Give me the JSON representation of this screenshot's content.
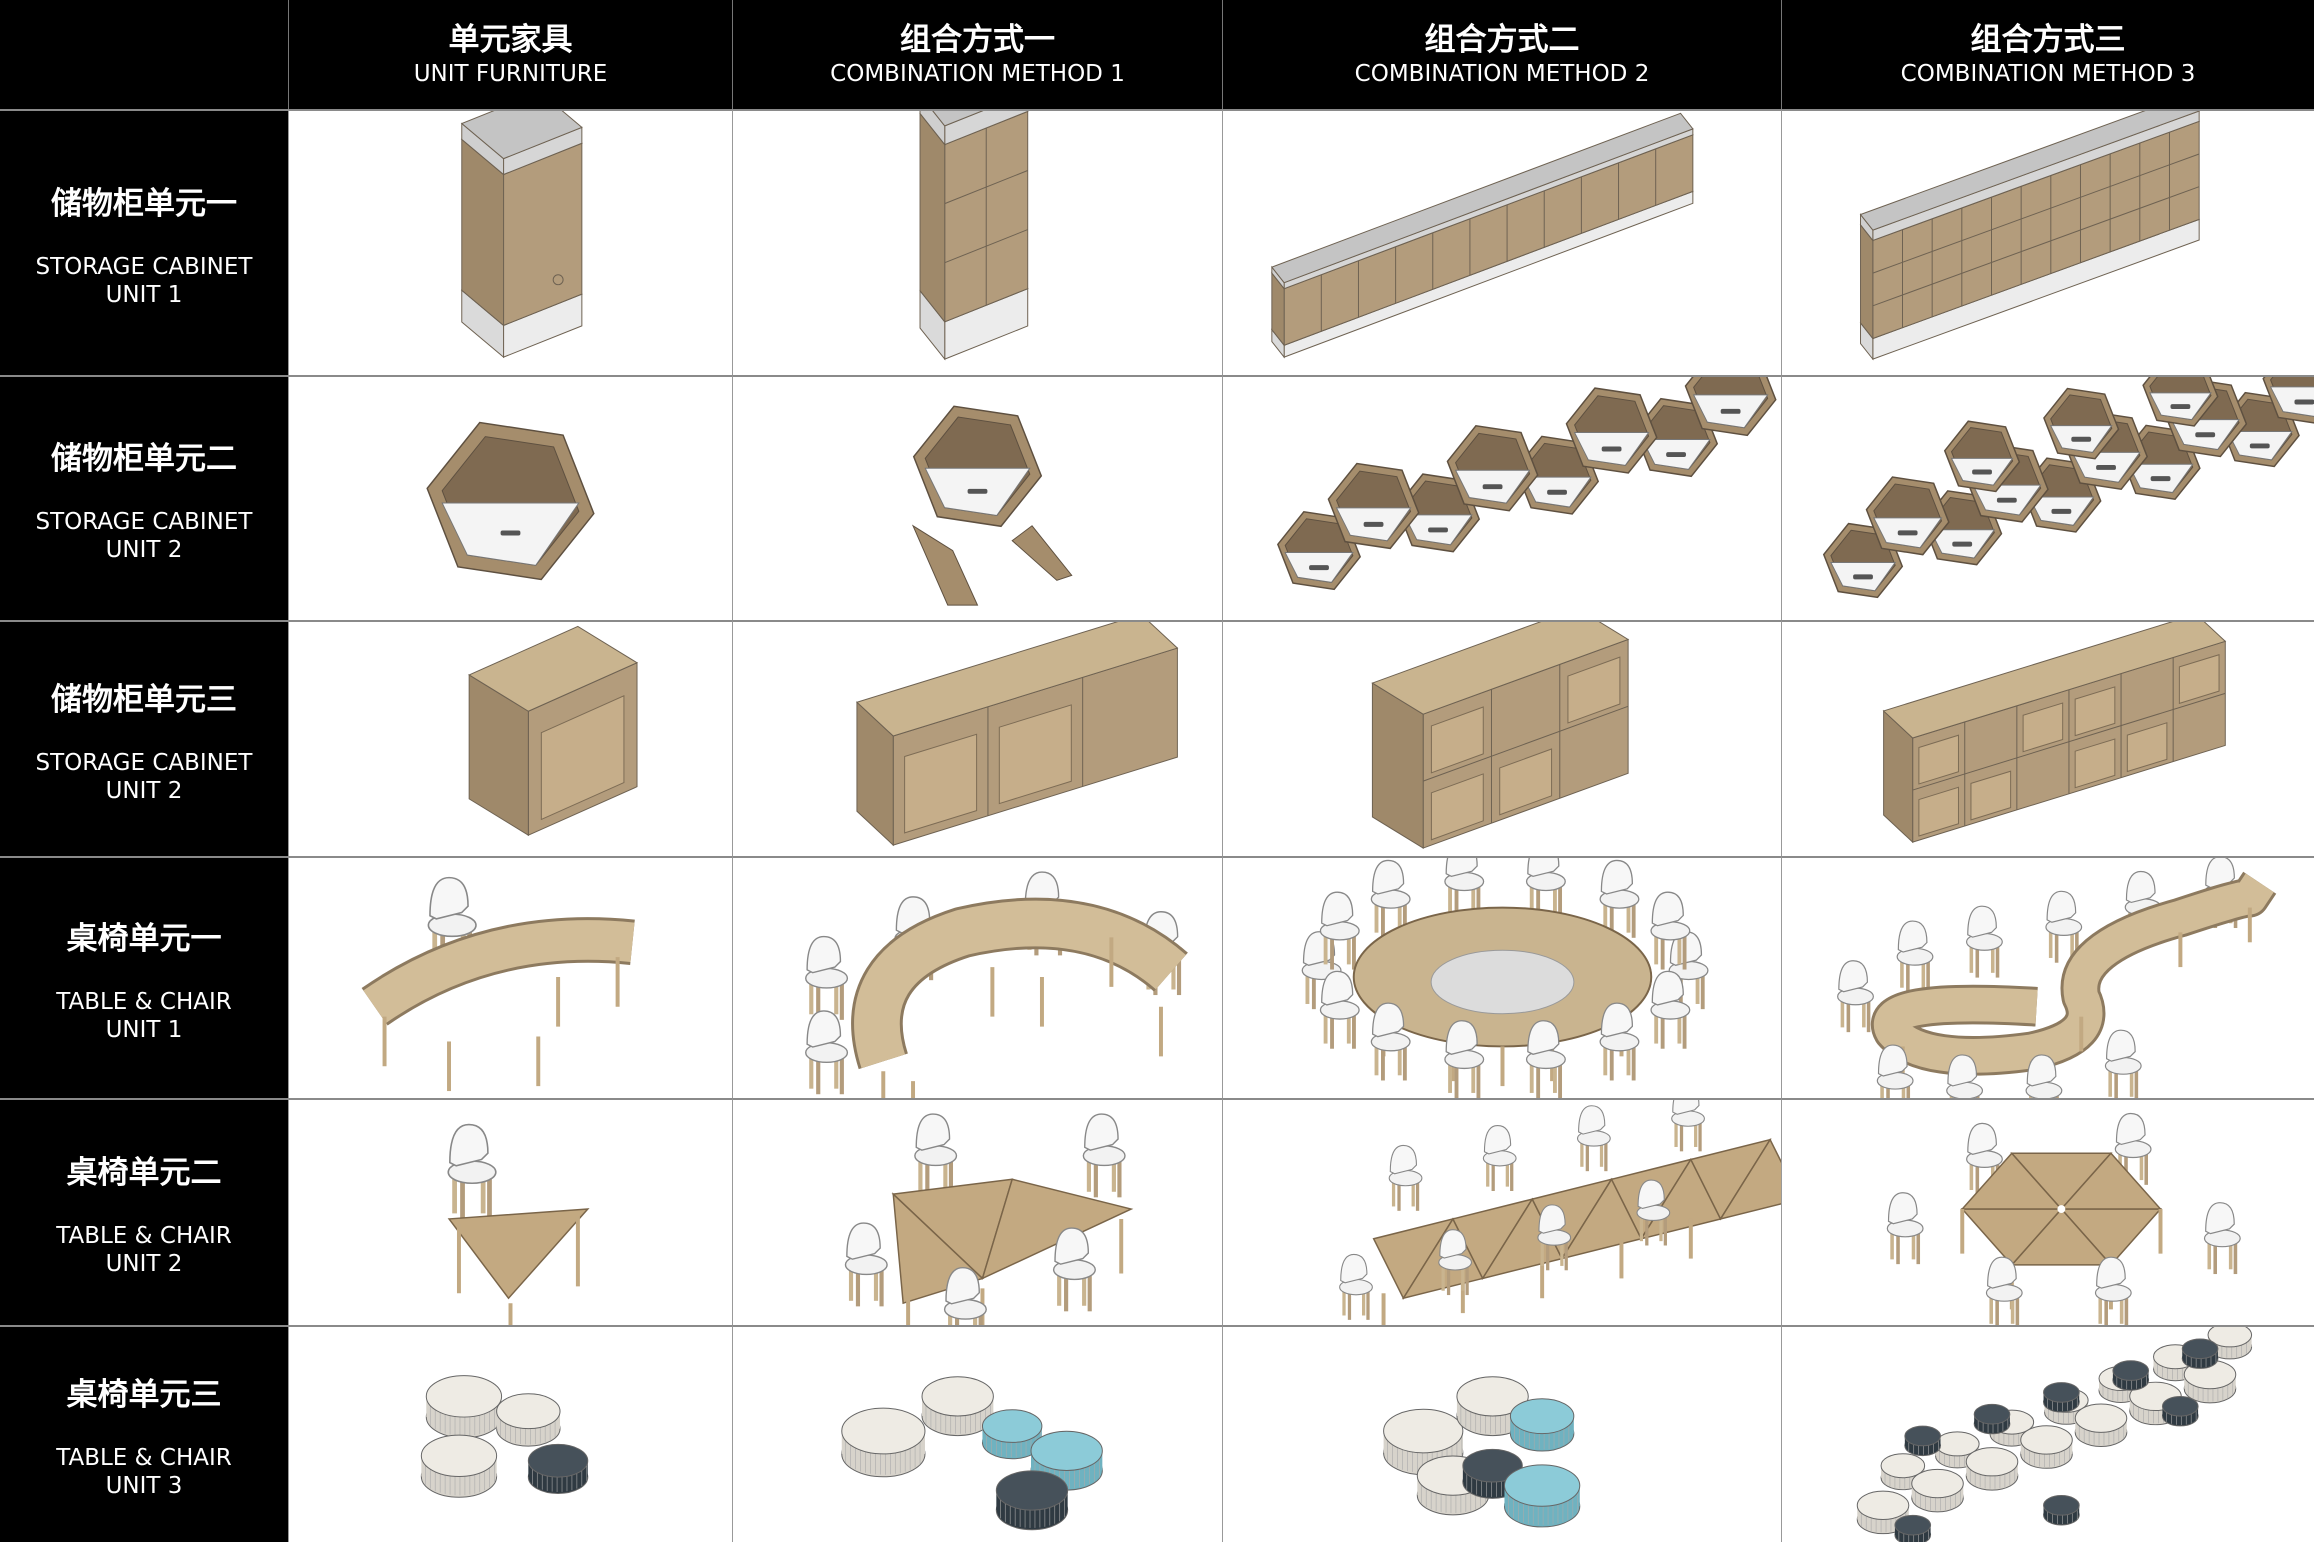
{
  "header": {
    "columns": [
      {
        "zh": "单元家具",
        "en": "UNIT FURNITURE"
      },
      {
        "zh": "组合方式一",
        "en": "COMBINATION METHOD 1"
      },
      {
        "zh": "组合方式二",
        "en": "COMBINATION METHOD 2"
      },
      {
        "zh": "组合方式三",
        "en": "COMBINATION METHOD 3"
      }
    ]
  },
  "rows": [
    {
      "zh": "储物柜单元一",
      "en1": "STORAGE CABINET",
      "en2": "UNIT 1"
    },
    {
      "zh": "储物柜单元二",
      "en1": "STORAGE CABINET",
      "en2": "UNIT 2"
    },
    {
      "zh": "储物柜单元三",
      "en1": "STORAGE CABINET",
      "en2": "UNIT 2"
    },
    {
      "zh": "桌椅单元一",
      "en1": "TABLE & CHAIR",
      "en2": "UNIT 1"
    },
    {
      "zh": "桌椅单元二",
      "en1": "TABLE & CHAIR",
      "en2": "UNIT 2"
    },
    {
      "zh": "桌椅单元三",
      "en1": "TABLE & CHAIR",
      "en2": "UNIT 3"
    }
  ],
  "colors": {
    "header_bg": "#000000",
    "wood": "#b39c7c",
    "grey_top": "#c4c4c4",
    "white": "#ececec",
    "teal": "#8ccbd8",
    "dark": "#39434b"
  }
}
